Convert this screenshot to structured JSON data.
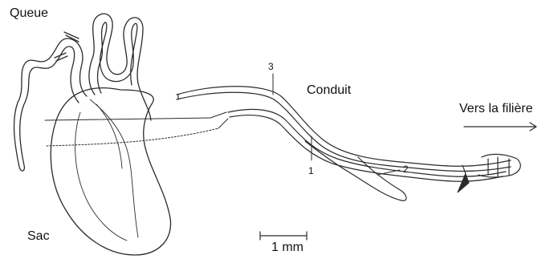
{
  "labels": {
    "queue": "Queue",
    "sac": "Sac",
    "conduit": "Conduit",
    "direction": "Vers la filière",
    "scale": "1 mm",
    "n1": "1",
    "n2": "2",
    "n3": "3"
  },
  "colors": {
    "ink": "#2b2b2b",
    "background": "#ffffff"
  }
}
